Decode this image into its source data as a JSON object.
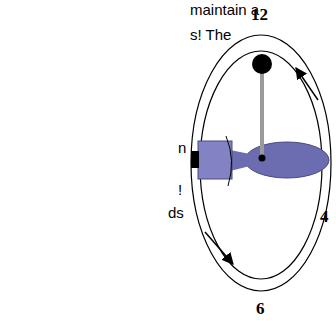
{
  "diagram": {
    "labels": [
      "maintain a",
      "s! The",
      "n",
      "!",
      "ds",
      "12",
      "4",
      "6"
    ]
  }
}
